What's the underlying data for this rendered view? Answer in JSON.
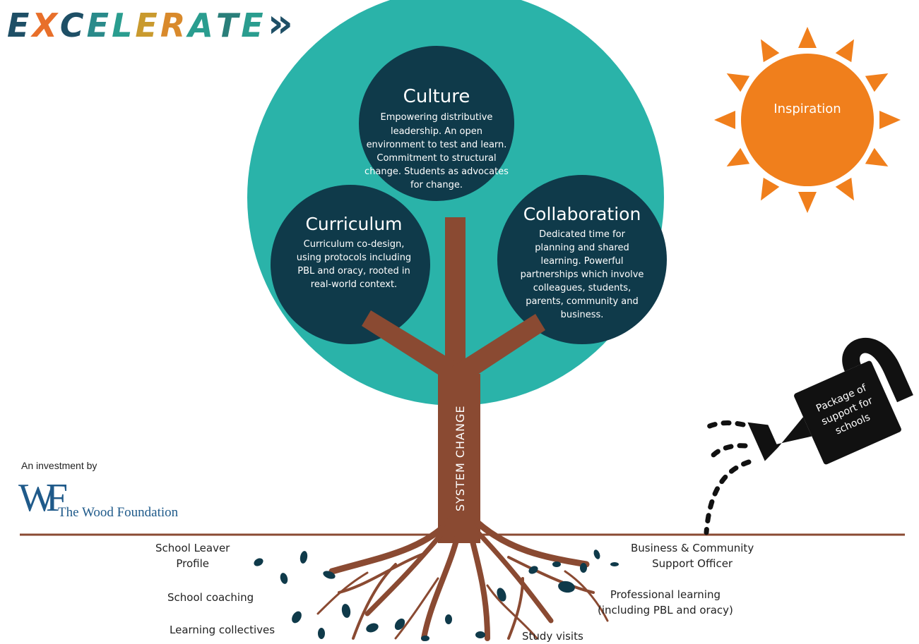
{
  "logo": {
    "text": "EXCELERATE",
    "chevrons": "»",
    "letter_colors": [
      "#1e4f66",
      "#e86f2a",
      "#1e4f66",
      "#2a8a8a",
      "#2a9d8f",
      "#c99a2e",
      "#d98a2c",
      "#2a9d8f",
      "#2a7f7a",
      "#2a9d8f"
    ]
  },
  "investment": {
    "label": "An investment by",
    "foundation_mark": "WF",
    "foundation_name": "The Wood Foundation"
  },
  "canopy": {
    "culture": {
      "title": "Culture",
      "lines": [
        "Empowering distributive",
        "leadership.  An open",
        "environment to test and learn.",
        "Commitment to structural",
        "change. Students as advocates",
        "for change."
      ]
    },
    "curriculum": {
      "title": "Curriculum",
      "lines": [
        "Curriculum co-design,",
        "using protocols including",
        "PBL and oracy, rooted in",
        "real-world context."
      ]
    },
    "collaboration": {
      "title": "Collaboration",
      "lines": [
        "Dedicated time for",
        "planning and shared",
        "learning. Powerful",
        "partnerships which involve",
        "colleagues, students,",
        "parents, community and",
        "business."
      ]
    }
  },
  "trunk_label": "SYSTEM CHANGE",
  "sun_label": "Inspiration",
  "watering_can_lines": [
    "Package of",
    "support for",
    "schools"
  ],
  "roots": {
    "school_leaver": [
      "School Leaver",
      "Profile"
    ],
    "school_coaching": "School coaching",
    "learning_collectives": "Learning collectives",
    "study_visits": "Study visits",
    "business_community": [
      "Business & Community",
      "Support Officer"
    ],
    "professional_learning": [
      "Professional learning",
      "(including PBL and oracy)"
    ]
  },
  "colors": {
    "canopy": "#2ab3a9",
    "dark_circle": "#0f3a4a",
    "trunk": "#8a4a32",
    "sun": "#f07f1c",
    "ground_line": "#8a4a32",
    "can": "#111111",
    "seed": "#0f3a4a"
  }
}
